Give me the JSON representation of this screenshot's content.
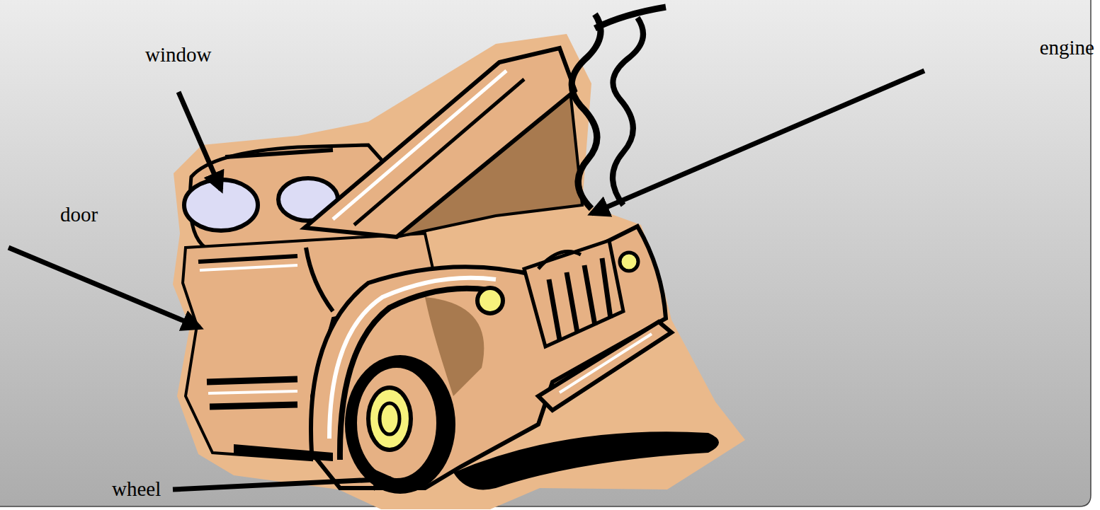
{
  "diagram": {
    "labels": [
      "window",
      "door",
      "engine",
      "wheel"
    ]
  }
}
